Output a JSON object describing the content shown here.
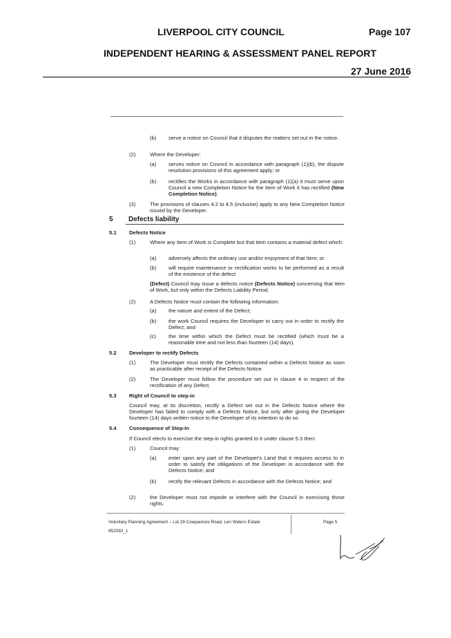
{
  "header": {
    "council": "LIVERPOOL CITY COUNCIL",
    "page": "Page 107",
    "report_title": "INDEPENDENT HEARING & ASSESSMENT PANEL REPORT",
    "date": "27 June 2016"
  },
  "body": {
    "b_top": {
      "label": "(b)",
      "text": "serve a notice on Council that it disputes the matters set out in the notice."
    },
    "p2": {
      "label": "(2)",
      "text": "Where the Developer:"
    },
    "p2a": {
      "label": "(a)",
      "text": "serves notice on Council in accordance with paragraph (1)(b), the dispute resolution provisions of this agreement apply; or"
    },
    "p2b": {
      "label": "(b)",
      "text_pre": "rectifies the Works in accordance with paragraph (1)(a) it must serve upon Council a new Completion Notice for the Item of Work it has rectified ",
      "text_bold": "(New Completion Notice)",
      "text_post": "."
    },
    "p3": {
      "label": "(3)",
      "text": "The provisions of clauses 4.2 to 4.5 (inclusive) apply to any New Completion Notice issued by the Developer."
    },
    "s5": {
      "num": "5",
      "title": "Defects liability"
    },
    "s51": {
      "num": "5.1",
      "title": "Defects Notice"
    },
    "s51_1": {
      "label": "(1)",
      "text": "Where any Item of Work is Complete but that item contains a material defect which:"
    },
    "s51_1a": {
      "label": "(a)",
      "text": "adversely affects the ordinary use and/or enjoyment of that Item; or"
    },
    "s51_1b": {
      "label": "(b)",
      "text": "will require maintenance or rectification works to be performed as a result of the existence of the defect"
    },
    "s51_defect": {
      "bold1": "(Defect)",
      "mid": " Council may issue a defects notice ",
      "bold2": "(Defects Notice)",
      "end": " concerning that Item of Work, but only within the Defects Liability Period."
    },
    "s51_2": {
      "label": "(2)",
      "text": "A Defects Notice must contain the following information:"
    },
    "s51_2a": {
      "label": "(a)",
      "text": "the nature and extent of the Defect;"
    },
    "s51_2b": {
      "label": "(b)",
      "text": "the work Council requires the Developer to carry out in order to rectify the Defect; and"
    },
    "s51_2c": {
      "label": "(c)",
      "text": "the time within which the Defect must be rectified (which must be a reasonable time and not less than fourteen (14) days)."
    },
    "s52": {
      "num": "5.2",
      "title": "Developer to rectify Defects"
    },
    "s52_1": {
      "label": "(1)",
      "text": "The Developer must rectify the Defects contained within a Defects Notice as soon as practicable after receipt of the Defects Notice."
    },
    "s52_2": {
      "label": "(2)",
      "text": "The Developer must follow the procedure set out in clause 4 in respect of the rectification of any Defect."
    },
    "s53": {
      "num": "5.3",
      "title": "Right of Council to step-in",
      "text": "Council may, at its discretion, rectify a Defect set out in the Defects Notice where the Developer has failed to comply with a Defects Notice, but only after giving the Developer fourteen (14) days written notice to the Developer of its intention to do so."
    },
    "s54": {
      "num": "5.4",
      "title": "Consequence of Step-In",
      "text": "If Council elects to exercise the step-in rights granted to it under clause 5.3 then:"
    },
    "s54_1": {
      "label": "(1)",
      "text": "Council may:"
    },
    "s54_1a": {
      "label": "(a)",
      "text": "enter upon any part of the Developer's Land that it requires access to in order to satisfy the obligations of the Developer in accordance with the Defects Notice; and"
    },
    "s54_1b": {
      "label": "(b)",
      "text": "rectify the relevant Defects in accordance with the Defects Notice; and"
    },
    "s54_2": {
      "label": "(2)",
      "text": "the Developer must not impede or interfere with the Council in exercising those rights."
    }
  },
  "footer": {
    "agreement": "Voluntary Planning Agreement – Lot 29 Cowpasture Road, Len Waters Estate",
    "doc_no": "952092_1",
    "page": "Page 5"
  }
}
